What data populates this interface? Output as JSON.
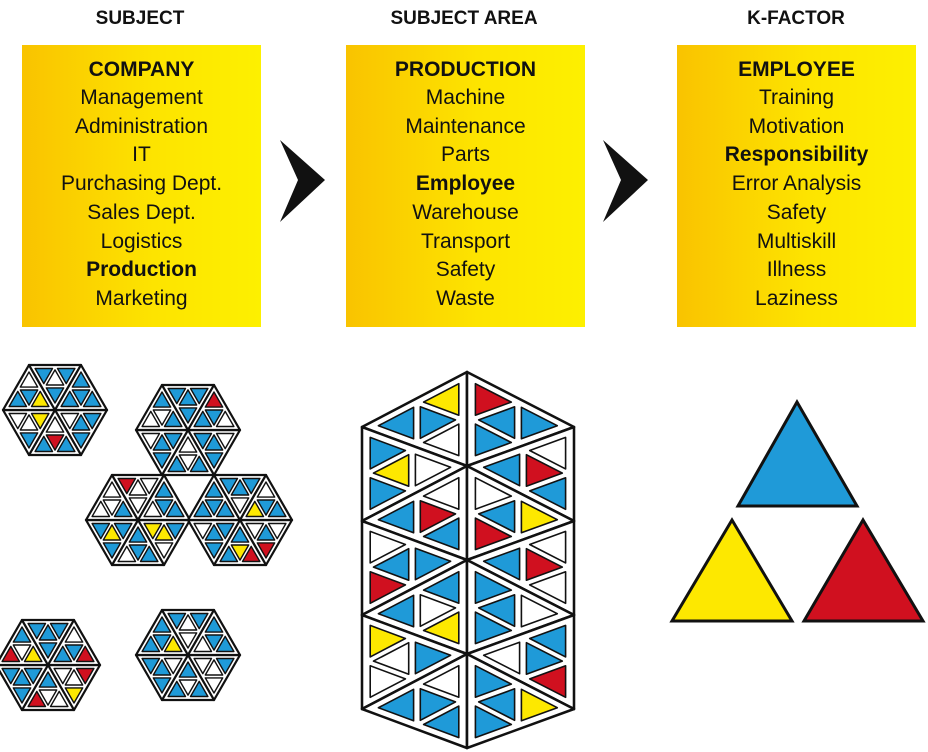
{
  "columns": [
    {
      "title": "SUBJECT",
      "heading": "COMPANY",
      "items": [
        {
          "label": "Management",
          "bold": false
        },
        {
          "label": "Administration",
          "bold": false
        },
        {
          "label": "IT",
          "bold": false
        },
        {
          "label": "Purchasing Dept.",
          "bold": false
        },
        {
          "label": "Sales Dept.",
          "bold": false
        },
        {
          "label": "Logistics",
          "bold": false
        },
        {
          "label": "Production",
          "bold": true
        },
        {
          "label": "Marketing",
          "bold": false
        }
      ]
    },
    {
      "title": "SUBJECT AREA",
      "heading": "PRODUCTION",
      "items": [
        {
          "label": "Machine",
          "bold": false
        },
        {
          "label": "Maintenance",
          "bold": false
        },
        {
          "label": "Parts",
          "bold": false
        },
        {
          "label": "Employee",
          "bold": true
        },
        {
          "label": "Warehouse",
          "bold": false
        },
        {
          "label": "Transport",
          "bold": false
        },
        {
          "label": "Safety",
          "bold": false
        },
        {
          "label": "Waste",
          "bold": false
        }
      ]
    },
    {
      "title": "K-FACTOR",
      "heading": "EMPLOYEE",
      "items": [
        {
          "label": "Training",
          "bold": false
        },
        {
          "label": "Motivation",
          "bold": false
        },
        {
          "label": "Responsibility",
          "bold": true
        },
        {
          "label": "Error Analysis",
          "bold": false
        },
        {
          "label": "Safety",
          "bold": false
        },
        {
          "label": "Multiskill",
          "bold": false
        },
        {
          "label": "Illness",
          "bold": false
        },
        {
          "label": "Laziness",
          "bold": false
        }
      ]
    }
  ],
  "colors": {
    "blue": "#1f9ad8",
    "red": "#d0101f",
    "yellow": "#fde800",
    "white": "#ffffff",
    "outline": "#111111",
    "box_gradient_start": "#f9c300",
    "box_gradient_end": "#fdf000",
    "arrow": "#111111"
  },
  "icons": [
    "chevron-right-icon",
    "hexagon-mosaic-icon",
    "triangle-icon"
  ]
}
